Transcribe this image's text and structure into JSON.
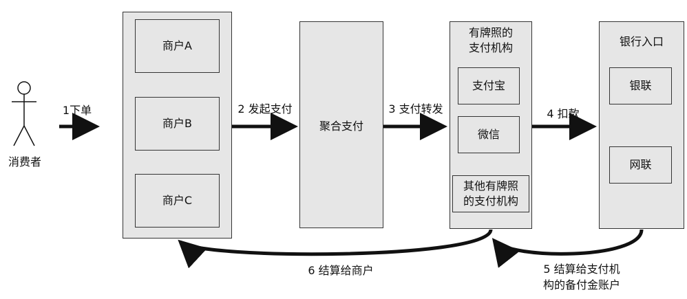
{
  "actor": {
    "label": "消费者"
  },
  "merchants": {
    "items": [
      "商户A",
      "商户B",
      "商户C"
    ]
  },
  "aggregator": {
    "label": "聚合支付"
  },
  "licensed": {
    "title_line1": "有牌照的",
    "title_line2": "支付机构",
    "items": [
      "支付宝",
      "微信"
    ],
    "other_line1": "其他有牌照",
    "other_line2": "的支付机构"
  },
  "bank": {
    "title": "银行入口",
    "items": [
      "银联",
      "网联"
    ]
  },
  "steps": {
    "s1": "1下单",
    "s2": "2 发起支付",
    "s3": "3 支付转发",
    "s4": "4 扣款",
    "s5_line1": "5 结算给支付机",
    "s5_line2": "构的备付金账户",
    "s6": "6 结算给商户"
  },
  "colors": {
    "box_fill": "#e6e6e6",
    "stroke": "#111111"
  }
}
